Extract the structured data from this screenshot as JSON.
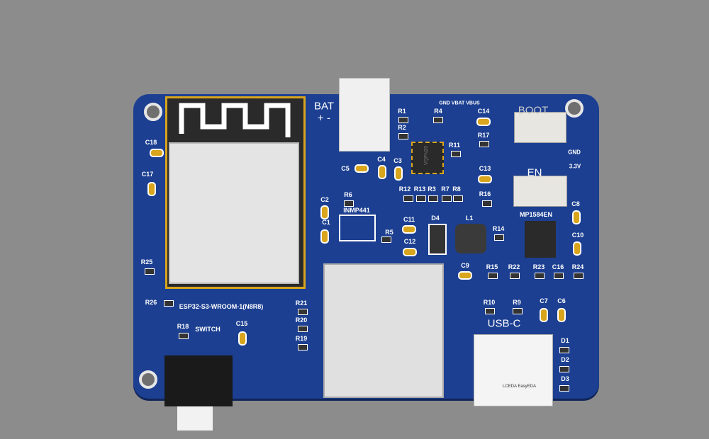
{
  "board": {
    "module_label": "ESP32-S3-WROOM-1(N8R8)",
    "bat_label": "BAT",
    "bat_polarity": "+ -",
    "switch_label": "SWITCH",
    "usb_label": "USB-C",
    "boot_label": "BOOT",
    "en_label": "EN",
    "mic_label": "INMP441",
    "regulator_label": "MP1584EN",
    "test_pads": "GND VBAT VBUS",
    "gnd_label": "GND",
    "v33_label": "3.3V",
    "usb_logo_text": "LCEDA EasyEDA",
    "chip_marking": "VQFN20"
  },
  "refs": {
    "C18": "C18",
    "C17": "C17",
    "R25": "R25",
    "R26": "R26",
    "R21": "R21",
    "R20": "R20",
    "R19": "R19",
    "R18": "R18",
    "C15": "C15",
    "R1": "R1",
    "R2": "R2",
    "R4": "R4",
    "C14": "C14",
    "R17": "R17",
    "R11": "R11",
    "C5": "C5",
    "C4": "C4",
    "C3": "C3",
    "C13": "C13",
    "R12": "R12",
    "R13": "R13",
    "R3": "R3",
    "R7": "R7",
    "R8": "R8",
    "R16": "R16",
    "C2": "C2",
    "R6": "R6",
    "C1": "C1",
    "C11": "C11",
    "D4": "D4",
    "L1": "L1",
    "C8": "C8",
    "R14": "R14",
    "C10": "C10",
    "R5": "R5",
    "C12": "C12",
    "C9": "C9",
    "R15": "R15",
    "R22": "R22",
    "R23": "R23",
    "C16": "C16",
    "R24": "R24",
    "R10": "R10",
    "R9": "R9",
    "C7": "C7",
    "C6": "C6",
    "D1": "D1",
    "D2": "D2",
    "D3": "D3"
  },
  "colors": {
    "pcb": "#1c3f91",
    "pad": "#d8a51c",
    "silkscreen": "#ffffff"
  }
}
